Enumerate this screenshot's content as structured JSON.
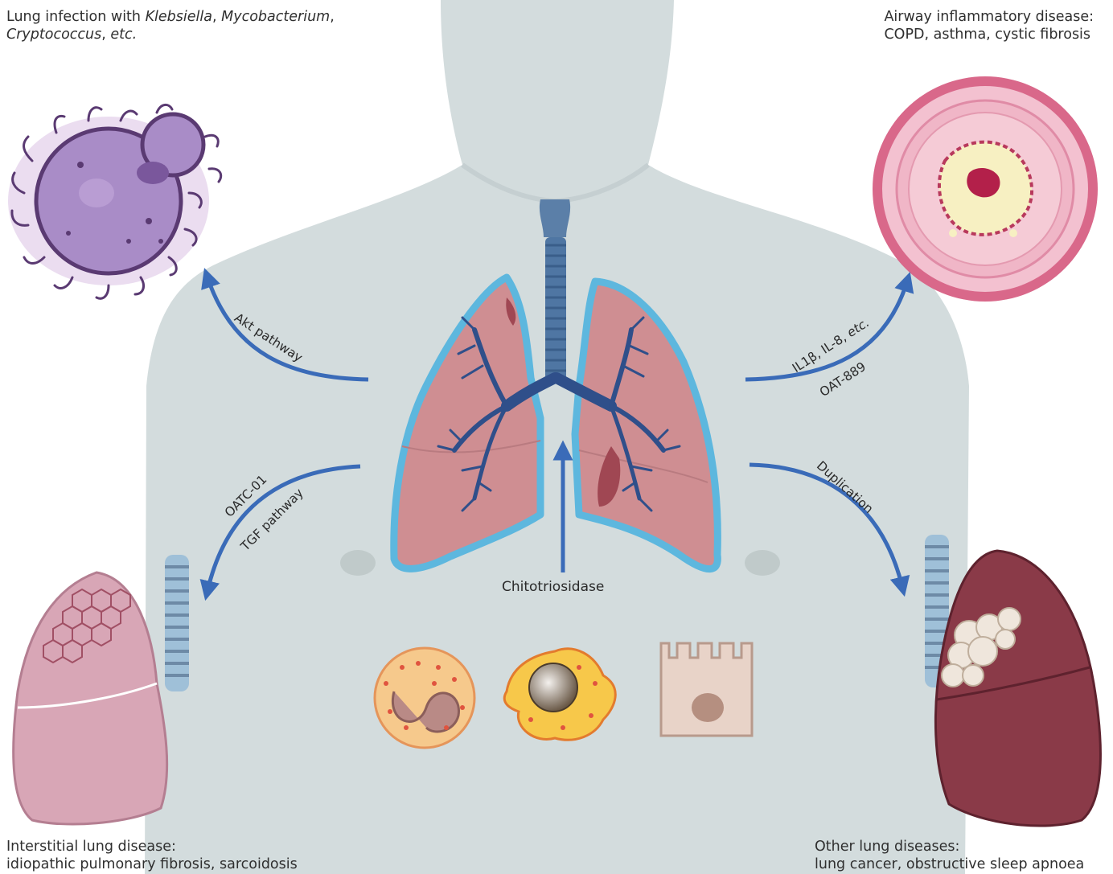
{
  "captions": {
    "top_left": {
      "line1_prefix": "Lung infection with ",
      "line1_organism1": "Klebsiella",
      "line1_sep1": ", ",
      "line1_organism2": "Mycobacterium",
      "line1_sep2": ",",
      "line2_organism3": "Cryptococcus",
      "line2_sep": ", ",
      "line2_etc": "etc."
    },
    "top_right": {
      "line1": "Airway inflammatory disease:",
      "line2": "COPD, asthma, cystic fibrosis"
    },
    "bottom_left": {
      "line1": "Interstitial lung disease:",
      "line2": "idiopathic pulmonary fibrosis, sarcoidosis"
    },
    "bottom_right": {
      "line1": "Other lung diseases:",
      "line2": "lung cancer, obstructive sleep apnoea"
    }
  },
  "pathways": {
    "akt": "Akt pathway",
    "il": "IL1β, IL-8, ",
    "il_etc": "etc.",
    "oat889": "OAT-889",
    "oatc01": "OATC-01",
    "tgf": "TGF pathway",
    "duplication": "Duplication"
  },
  "center_label": "Chitotriosidase",
  "colors": {
    "arrow": "#3a6bb8",
    "body": "#d3dcdd",
    "lung": "#cf8e92",
    "lung_outline": "#5db7de",
    "airway": "#4a6f9a",
    "fungus": "#a98cc7",
    "airway_ring": "#e79ab5",
    "ipf_lung": "#d8a6b6",
    "cancer_lung": "#8a3a48"
  }
}
